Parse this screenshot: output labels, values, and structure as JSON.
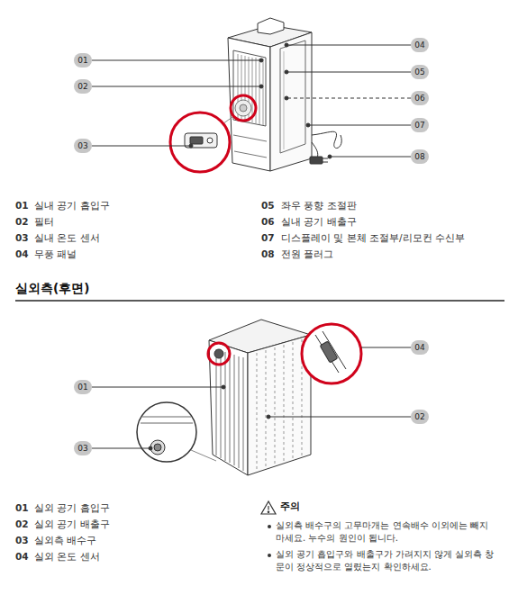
{
  "diagram": {
    "nodes": [
      {
        "text": [
          "01"
        ]
      },
      {
        "text": [
          "02"
        ]
      },
      {
        "text": [
          "03"
        ]
      },
      {
        "text": [
          "04"
        ]
      },
      {
        "text": [
          "05"
        ]
      },
      {
        "text": [
          "06"
        ]
      },
      {
        "text": [
          "07"
        ]
      },
      {
        "text": [
          "08"
        ]
      },
      {
        "text": [
          "01"
        ]
      },
      {
        "text": [
          "02"
        ]
      },
      {
        "text": [
          "03"
        ]
      },
      {
        "text": [
          "04"
        ]
      }
    ],
    "labels": [
      "01",
      "실내 공기 흡입구",
      "02",
      "필터",
      "03",
      "실내 온도 센서",
      "04",
      "무풍 패널",
      "05",
      "좌우 풍향 조절판",
      "06",
      "실내 공기 배출구",
      "07",
      "디스플레이 및 본체 조절부/리모컨 수신부",
      "08",
      "전원 플러그",
      "실외측(후면)",
      "01",
      "실외 공기 흡입구",
      "02",
      "실외 공기 배출구",
      "03",
      "실외측 배수구",
      "04",
      "실외 온도 센서",
      "주의",
      "실외측 배수구의 고무마개는 연속배수 이외에는 빼지마세요. 누수의 원인이 됩니다.",
      "실외 공기 흡입구와 배출구가 가려지지 않게 실외측 창문이 정상적으로 열렸는지 확인하세요."
    ]
  }
}
